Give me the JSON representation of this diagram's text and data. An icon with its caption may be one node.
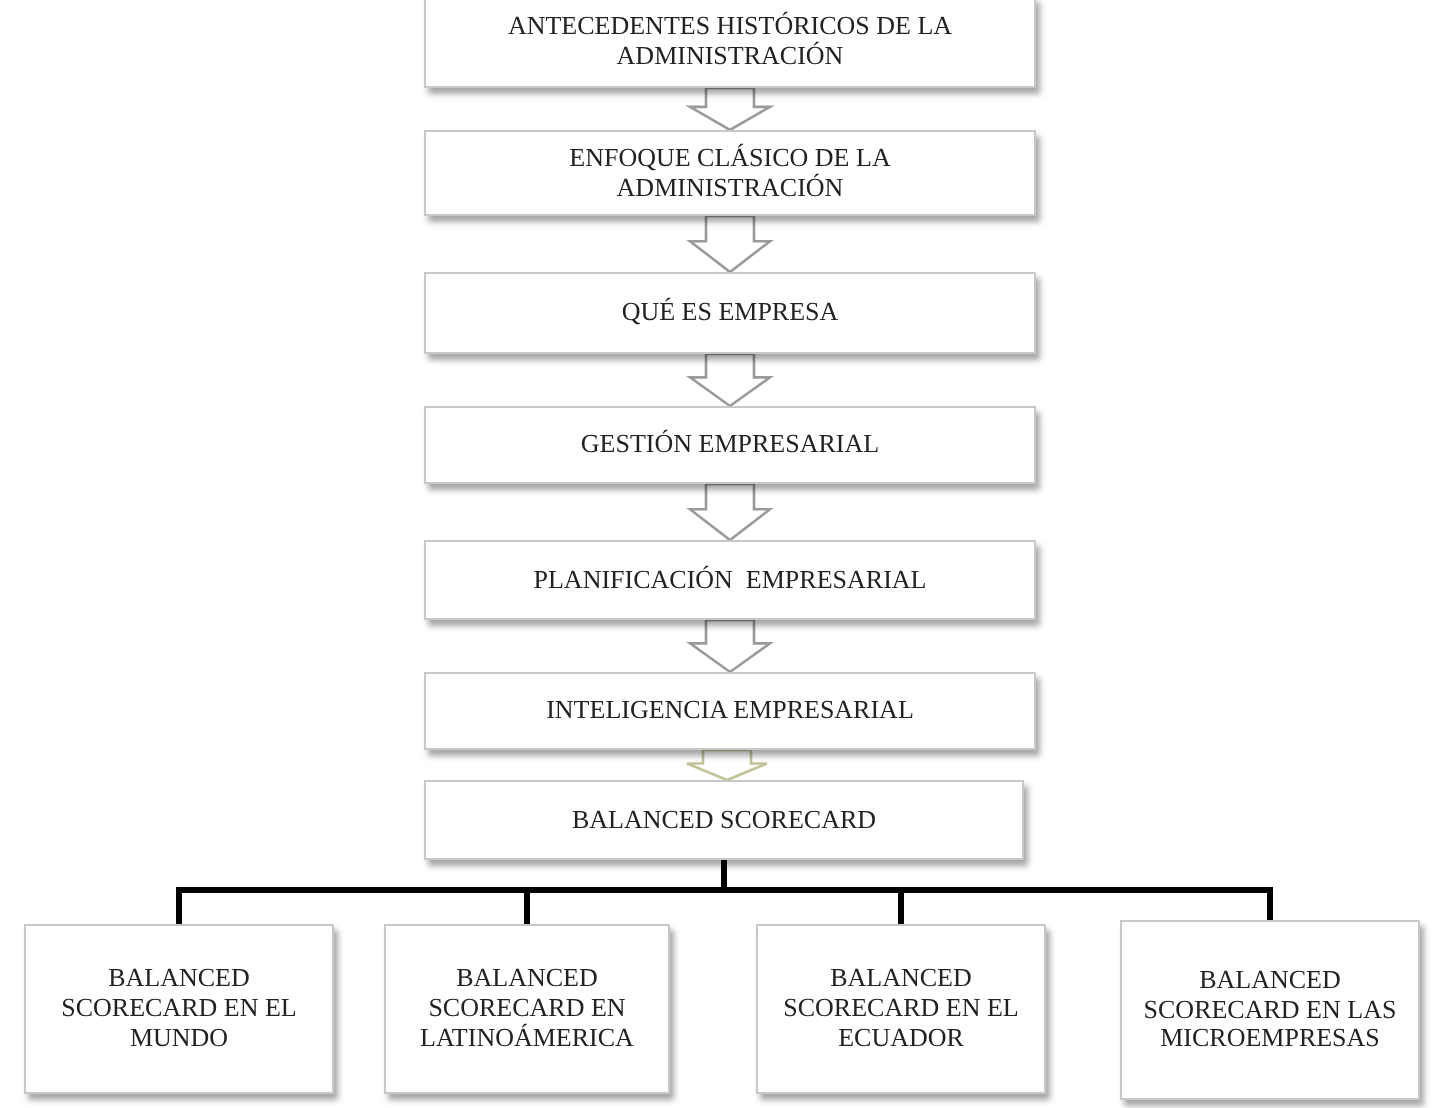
{
  "diagram": {
    "nodes": [
      {
        "text": [
          "ANTECEDENTES HISTÓRICOS DE LA ADMINISTRACIÓN"
        ]
      },
      {
        "text": [
          "ENFOQUE CLÁSICO DE LA ADMINISTRACIÓN"
        ]
      },
      {
        "text": [
          "QUÉ ES EMPRESA"
        ]
      },
      {
        "text": [
          "GESTIÓN EMPRESARIAL"
        ]
      },
      {
        "text": [
          "PLANIFICACIÓN  EMPRESARIAL"
        ]
      },
      {
        "text": [
          "INTELIGENCIA EMPRESARIAL"
        ]
      },
      {
        "text": [
          "BALANCED SCORECARD"
        ]
      },
      {
        "text": [
          "BALANCED SCORECARD EN EL MUNDO"
        ]
      },
      {
        "text": [
          "BALANCED SCORECARD EN LATINOÁMERICA"
        ]
      },
      {
        "text": [
          "BALANCED SCORECARD EN EL ECUADOR"
        ]
      },
      {
        "text": [
          "BALANCED SCORECARD EN LAS MICROEMPRESAS"
        ]
      }
    ],
    "edges": [
      {
        "from": 0,
        "to": 1,
        "arrow": "to"
      },
      {
        "from": 1,
        "to": 2,
        "arrow": "to"
      },
      {
        "from": 2,
        "to": 3,
        "arrow": "to"
      },
      {
        "from": 3,
        "to": 4,
        "arrow": "to"
      },
      {
        "from": 4,
        "to": 5,
        "arrow": "to"
      },
      {
        "from": 5,
        "to": 6,
        "arrow": "to",
        "color": "#c3c39a"
      },
      {
        "from": 6,
        "to": 7,
        "arrow": "none"
      },
      {
        "from": 6,
        "to": 8,
        "arrow": "none"
      },
      {
        "from": 6,
        "to": 9,
        "arrow": "none"
      },
      {
        "from": 6,
        "to": 10,
        "arrow": "none"
      }
    ]
  }
}
